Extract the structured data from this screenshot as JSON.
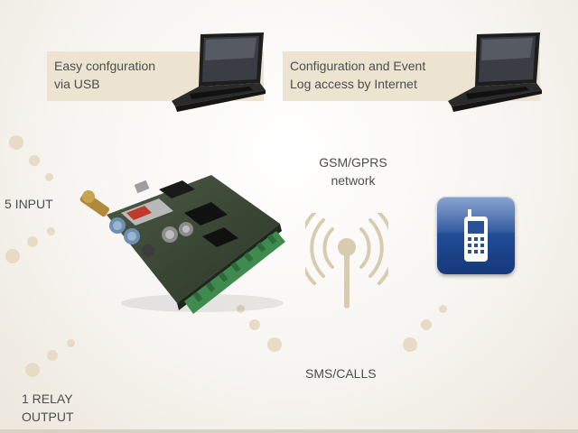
{
  "features": {
    "usb_config": [
      "Easy confguration",
      "via USB"
    ],
    "internet_config": [
      "Configuration and Event",
      "Log access by Internet"
    ]
  },
  "labels": {
    "network": [
      "GSM/GPRS",
      "network"
    ],
    "input": "5 INPUT",
    "sms": "SMS/CALLS",
    "relay": [
      "1 RELAY",
      "OUTPUT"
    ]
  },
  "icons": {
    "laptops": [
      "laptop-icon",
      "laptop-icon"
    ],
    "antenna": "signal-antenna-icon",
    "phone": "mobile-phone-icon",
    "device": "gsm-module-board"
  },
  "colors": {
    "box_background": "#ece4d0",
    "dots": "#e6dcc5",
    "antenna": "#d8ccb0",
    "phone_tile": "#1f4a92"
  }
}
